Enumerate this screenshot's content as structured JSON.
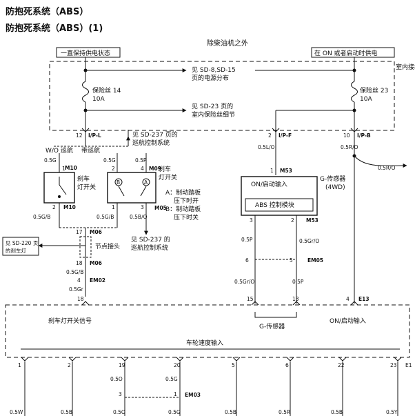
{
  "header": {
    "title_line_1": "防抱死系统（ABS）",
    "title_line_2": "防抱死系统（ABS）(1)"
  },
  "diagram": {
    "top_label": "除柴油机之外",
    "left_box_label": "一直保持供电状态",
    "right_box_label": "在 ON 或者启动时供电",
    "right_side_label": "室内接线盒",
    "power_ref_1": "见 SD-8,SD-15",
    "power_ref_2": "页的电源分布",
    "detail_ref_1": "见 SD-23 页的",
    "detail_ref_2": "室内保险丝细节",
    "fuse_left_name": "保险丝 14",
    "fuse_left_rating": "10A",
    "fuse_right_name": "保险丝 23",
    "fuse_right_rating": "10A",
    "pins": {
      "p12": "12",
      "ipl": "I/P-L",
      "p2": "2",
      "ipf": "I/P-F",
      "p10": "10",
      "ipb": "I/P-B",
      "p1": "1",
      "p3": "3",
      "p4": "4",
      "p5": "5",
      "p17": "17",
      "p18": "18",
      "p13": "13",
      "p15": "15",
      "p6": "6"
    },
    "cruise_ref_1": "见 SD-237 页的",
    "cruise_ref_2": "巡航控制系统",
    "wo_cruise": "W/O 巡航",
    "with_cruise": "带巡航",
    "wires": {
      "w05g_a": "0.5G",
      "w05g_b": "0.5G",
      "w05p_a": "0.5P",
      "w05gb_a": "0.5G/B",
      "w05gb_b": "0.5G/B",
      "w05bo": "0.5B/O",
      "w05gb_c": "0.5G/B",
      "w05gr": "0.5Gr",
      "w05lo": "0.5L/O",
      "w05ro": "0.5R/O",
      "w05ro_b": "0.5R/O",
      "w05p_b": "0.5P",
      "w05gro": "0.5Gr/O",
      "w05gro_b": "0.5Gr/O",
      "w05p_c": "0.5P"
    },
    "connectors": {
      "m10_a": "M10",
      "m10_b": "M10",
      "m09": "M09",
      "m05_a": "M05",
      "m06_a": "M06",
      "m06_b": "M06",
      "em02": "EM02",
      "m53_a": "M53",
      "m53_b": "M53",
      "em05": "EM05",
      "e13": "E13",
      "em03": "EM03"
    },
    "brake_switch_left": [
      "刹车",
      "灯开关"
    ],
    "brake_switch_right": [
      "刹车",
      "灯开关"
    ],
    "brake_note": [
      "A：制动踏板",
      "压下时开",
      "B：制动踏板",
      "压下时关"
    ],
    "switch_a": "A",
    "switch_b": "B",
    "cruise_ref2_1": "见 SD-237 的",
    "cruise_ref2_2": "巡航控制系统",
    "ground_ref_1": "见 SD-220 页",
    "ground_ref_2": "的刹车灯",
    "joint_connector": "节点接头",
    "on_start_input": "ON/启动输入",
    "abs_module": "ABS 控制模块",
    "g_sensor_1": "G-传感器",
    "g_sensor_2": "(4WD)",
    "g_sensor_bottom": "G-传感器",
    "brake_signal": "刹车灯开关信号",
    "on_start_input_bottom": "ON/启动输入",
    "wheel_speed_input": "车轮速度输入",
    "bottom_pins": [
      "1",
      "2",
      "19",
      "20",
      "5",
      "6",
      "22",
      "23",
      "E1"
    ],
    "bottom_wires": [
      "0.5W",
      "0.5B",
      "0.5O",
      "0.5G",
      "0.5B",
      "0.5R",
      "0.5B",
      "0.5Y"
    ],
    "em03_pins": [
      "3",
      "1"
    ],
    "em03_wires": [
      "0.5O",
      "0.5G"
    ]
  }
}
